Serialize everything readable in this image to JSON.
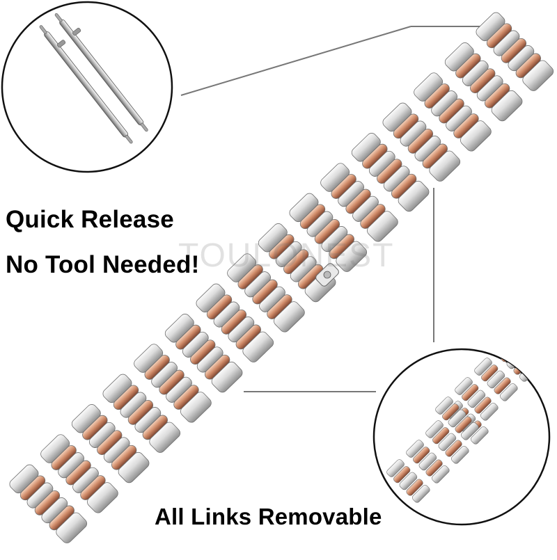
{
  "captions": {
    "quick_release": "Quick Release",
    "no_tool": "No Tool Needed!",
    "links_removable": "All Links  Removable"
  },
  "watermark": "TOULONEST",
  "colors": {
    "background": "#ffffff",
    "silver_light": "#f1f1f1",
    "silver_mid": "#c9c9c9",
    "silver_dark": "#8e8e8e",
    "rose_gold_light": "#f0c3a7",
    "rose_gold_mid": "#c98463",
    "rose_gold_dark": "#8a4f35",
    "callout_line": "#777777"
  },
  "illustrations": {
    "band": "stainless steel watch band, silver with rose-gold center links",
    "inset_top_left": "two spring bar pins (quick release)",
    "inset_bottom_right": "band separated into two sections showing removable link"
  }
}
